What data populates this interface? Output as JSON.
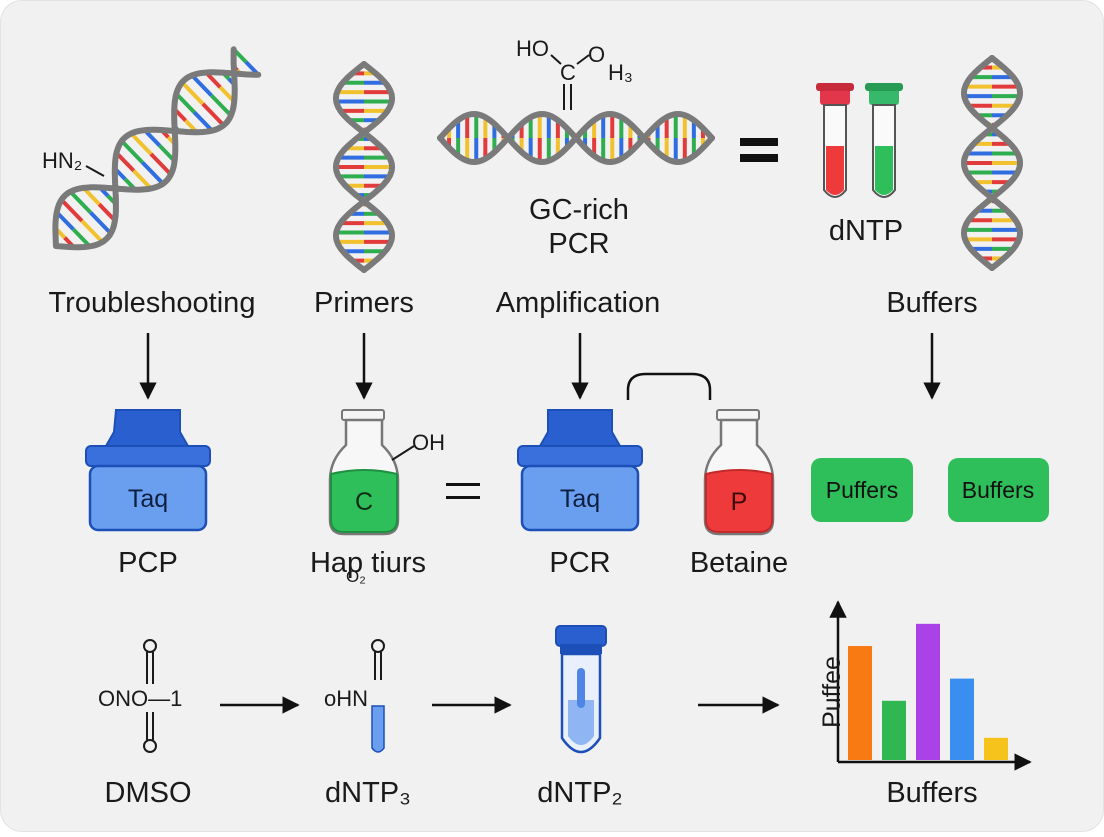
{
  "colors": {
    "background": "#f1f1f2",
    "ink": "#1a1a1a",
    "blue_fill": "#6a9ff0",
    "blue_dark": "#1d4fb8",
    "green": "#2fbf5a",
    "red": "#ee3a3a",
    "strand": "#7a7a7a",
    "base_colors": [
      "#2f6de0",
      "#e23b3b",
      "#2eae4f",
      "#f2c12e"
    ]
  },
  "row1": {
    "labels": [
      "Troubleshooting",
      "Primers",
      "Amplification",
      "Buffers"
    ],
    "hn2": "HN₂",
    "ho": "HO",
    "c": "C",
    "o": "O",
    "h3": "H₃",
    "gc_rich": "GC-rich",
    "pcr": "PCR",
    "equals": "=",
    "dntp": "dNTP"
  },
  "row2": {
    "taq1": "Taq",
    "pcp": "PCP",
    "flask_c": "C",
    "oh": "OH",
    "hap": "Hap tiurs",
    "o2": "O₂",
    "equals": "=",
    "taq2": "Taq",
    "pcr": "PCR",
    "p": "P",
    "betaine": "Betaine",
    "pills": [
      "Puffers",
      "Buffers"
    ]
  },
  "row3": {
    "ono": "ONO—1",
    "dmso": "DMSO",
    "ohn": "oHN",
    "dntp3": "dNTP₃",
    "dntp2": "dNTP₂",
    "axis_y": "Puffee",
    "axis_x": "Buffers"
  },
  "chart_data": {
    "type": "bar",
    "title": "",
    "xlabel": "Buffers",
    "ylabel": "Puffee",
    "series": [
      {
        "values": [
          0.77,
          0.4,
          0.92,
          0.55,
          0.15
        ]
      }
    ],
    "colors": [
      "#f77a12",
      "#30b752",
      "#a943e8",
      "#3a8ef0",
      "#f6c21c"
    ],
    "ylim": [
      0,
      1
    ],
    "grid": false,
    "legend": "none"
  }
}
